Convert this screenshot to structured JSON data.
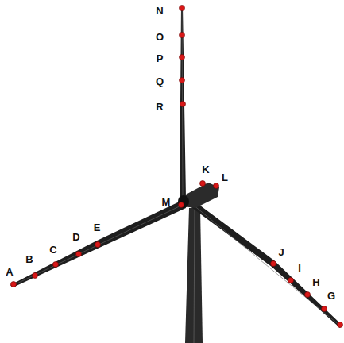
{
  "diagram": {
    "labels": [
      "N",
      "O",
      "P",
      "Q",
      "R",
      "K",
      "L",
      "M",
      "A",
      "B",
      "C",
      "D",
      "E",
      "J",
      "I",
      "H",
      "G"
    ]
  }
}
